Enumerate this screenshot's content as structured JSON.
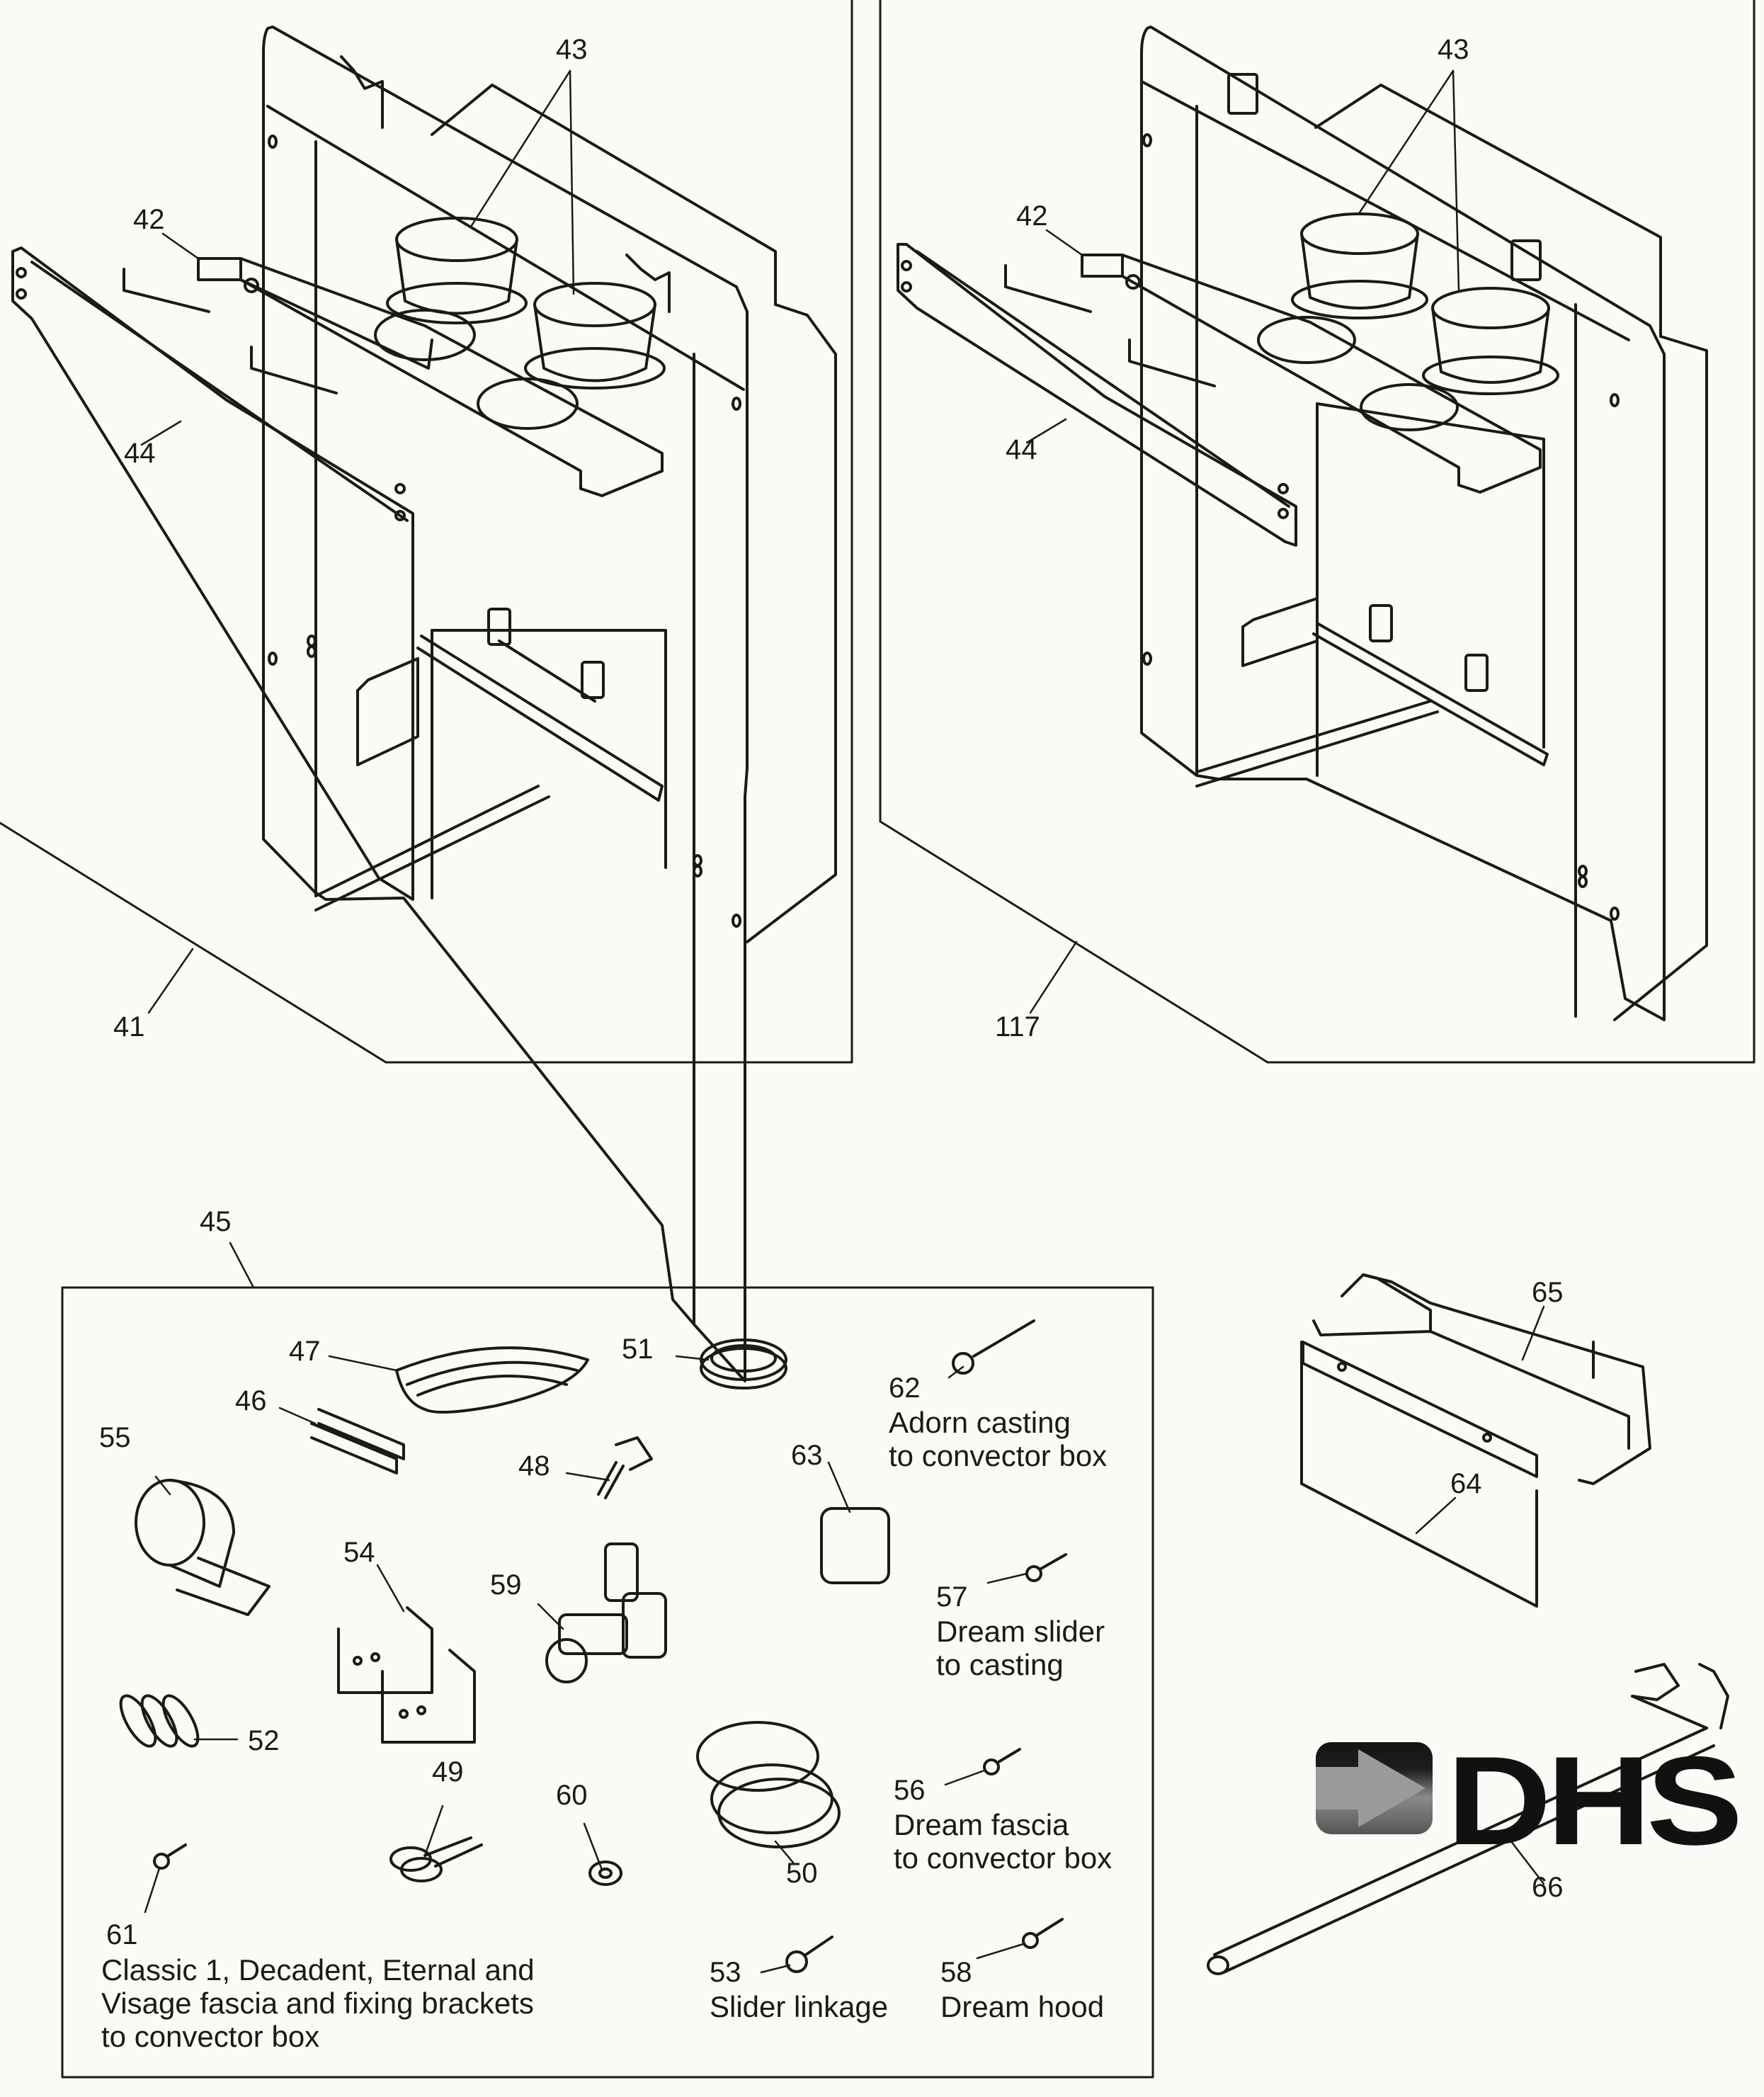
{
  "document": {
    "type": "Exploded parts diagram",
    "panels": [
      {
        "id": "left-panel",
        "callouts": [
          "43",
          "42",
          "44",
          "41"
        ]
      },
      {
        "id": "right-panel",
        "callouts": [
          "43",
          "42",
          "44",
          "117"
        ]
      }
    ],
    "kit": {
      "callout": "45",
      "parts": [
        {
          "num": "47"
        },
        {
          "num": "46"
        },
        {
          "num": "51"
        },
        {
          "num": "55"
        },
        {
          "num": "48"
        },
        {
          "num": "54"
        },
        {
          "num": "59"
        },
        {
          "num": "63"
        },
        {
          "num": "52"
        },
        {
          "num": "49"
        },
        {
          "num": "60"
        },
        {
          "num": "50"
        },
        {
          "num": "61"
        },
        {
          "num": "53"
        },
        {
          "num": "62"
        },
        {
          "num": "57"
        },
        {
          "num": "56"
        },
        {
          "num": "58"
        }
      ],
      "descriptions": {
        "62": [
          "Adorn casting",
          "to convector box"
        ],
        "57": [
          "Dream slider",
          "to casting"
        ],
        "56": [
          "Dream fascia",
          "to convector box"
        ],
        "61": [
          "Classic 1, Decadent, Eternal and",
          "Visage fascia and fixing brackets",
          "to convector box"
        ],
        "53": [
          "Slider linkage"
        ],
        "58": [
          "Dream hood"
        ]
      }
    },
    "extra_parts": [
      "65",
      "64",
      "66"
    ],
    "logo": {
      "text": "DHS",
      "icon": "arrow-right-icon"
    }
  }
}
